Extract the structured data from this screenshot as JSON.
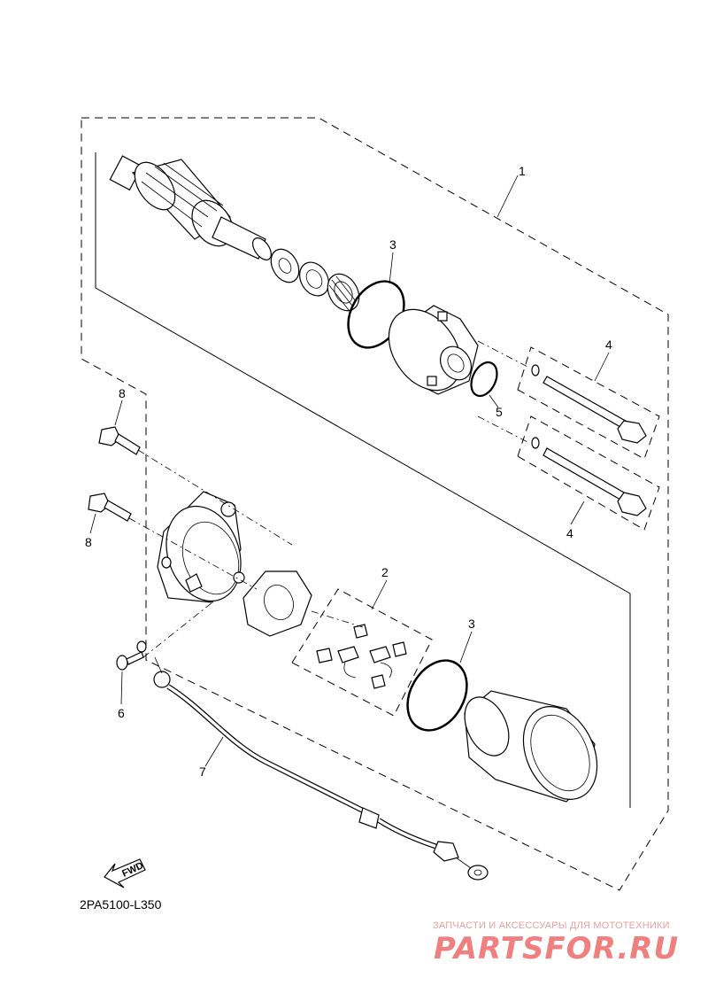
{
  "labels": {
    "l1": "1",
    "l2": "2",
    "l3a": "3",
    "l3b": "3",
    "l4a": "4",
    "l4b": "4",
    "l5": "5",
    "l6": "6",
    "l7": "7",
    "l8a": "8",
    "l8b": "8"
  },
  "diagram_code": "2PA5100-L350",
  "fwd_label": "FWD",
  "watermark": {
    "tagline": "ЗАПЧАСТИ И АКСЕССУАРЫ ДЛЯ МОТОТЕХНИКИ",
    "brand": "PARTSFOR.RU"
  },
  "colors": {
    "line": "#000000",
    "watermark": "#f08080"
  }
}
